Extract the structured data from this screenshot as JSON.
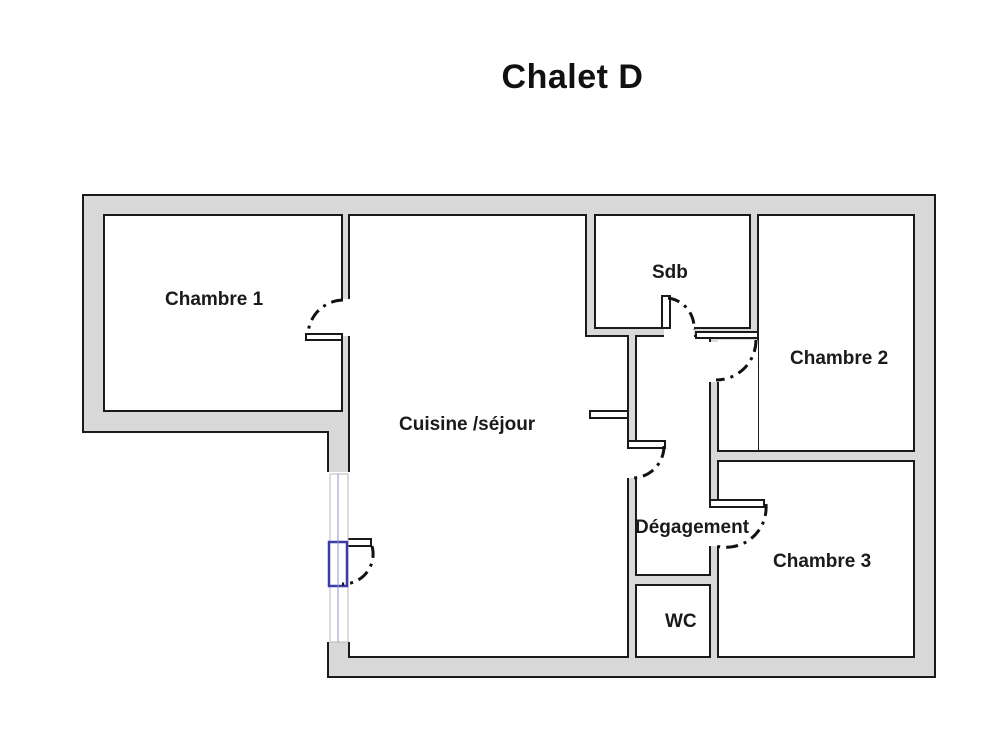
{
  "title": "Chalet D",
  "rooms": {
    "chambre1": "Chambre 1",
    "cuisine": "Cuisine /séjour",
    "sdb": "Sdb",
    "chambre2": "Chambre 2",
    "degagement": "Dégagement",
    "chambre3": "Chambre 3",
    "wc": "WC"
  },
  "colors": {
    "wall_fill": "#d9d9d9",
    "wall_stroke": "#1a1a1a",
    "window": "#3a3aa8"
  }
}
